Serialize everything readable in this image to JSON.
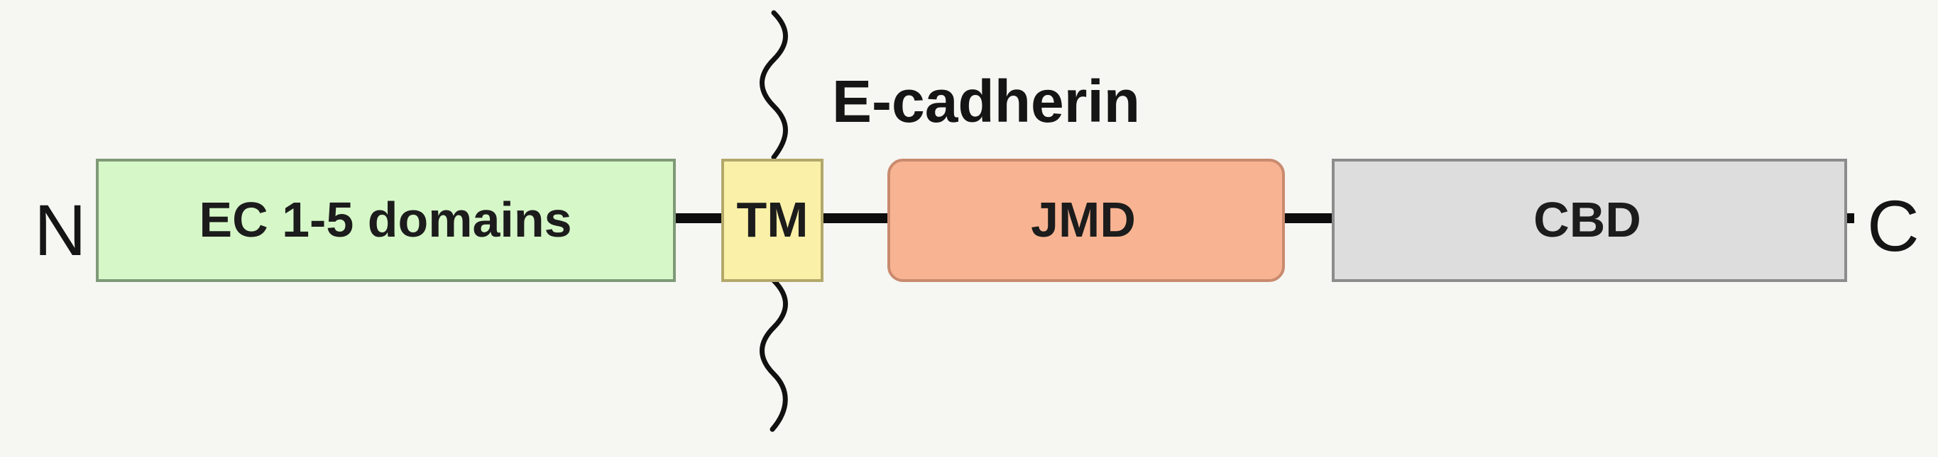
{
  "title": "E-cadherin",
  "termini": {
    "n": "N",
    "c": "C"
  },
  "domains": [
    {
      "id": "ec",
      "label": "EC 1-5 domains",
      "fill": "#d6f8c8",
      "stroke": "#7f9a78"
    },
    {
      "id": "tm",
      "label": "TM",
      "fill": "#fbf0a8",
      "stroke": "#b3a86a"
    },
    {
      "id": "jmd",
      "label": "JMD",
      "fill": "#f8b492",
      "stroke": "#c98a6e"
    },
    {
      "id": "cbd",
      "label": "CBD",
      "fill": "#dddddd",
      "stroke": "#8c8c8c"
    }
  ],
  "colors": {
    "background": "#f6f6f3",
    "backbone": "#0d0d0d",
    "membrane_line": "#111111",
    "text": "#151515"
  }
}
